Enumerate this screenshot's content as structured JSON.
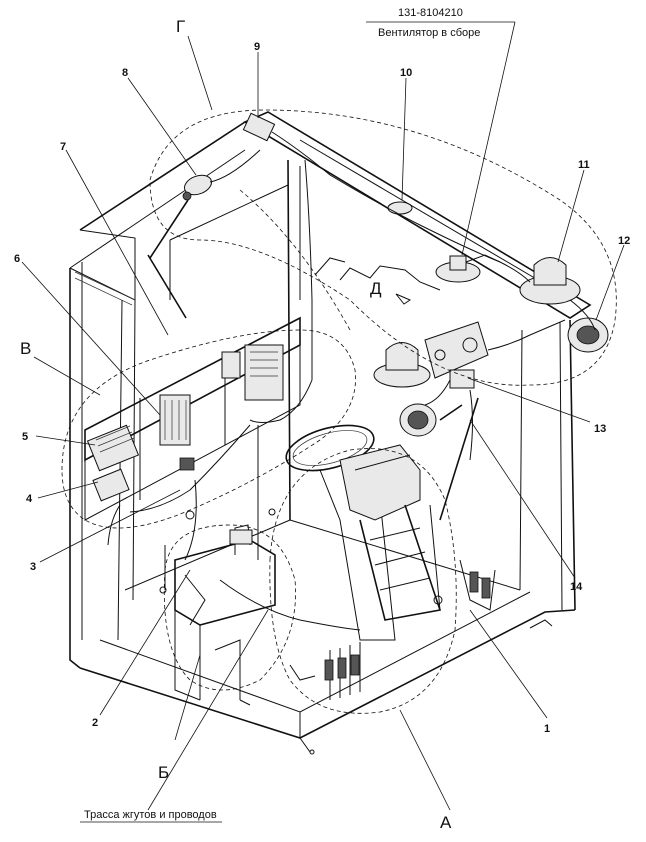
{
  "header": {
    "part_number": "131-8104210",
    "part_name": "Вентилятор в сборе"
  },
  "footer": {
    "caption": "Трасса жгутов и проводов"
  },
  "view_letters": [
    "Г",
    "Д",
    "В",
    "Б",
    "А"
  ],
  "callouts": [
    "1",
    "2",
    "3",
    "4",
    "5",
    "6",
    "7",
    "8",
    "9",
    "10",
    "11",
    "12",
    "13",
    "14"
  ]
}
